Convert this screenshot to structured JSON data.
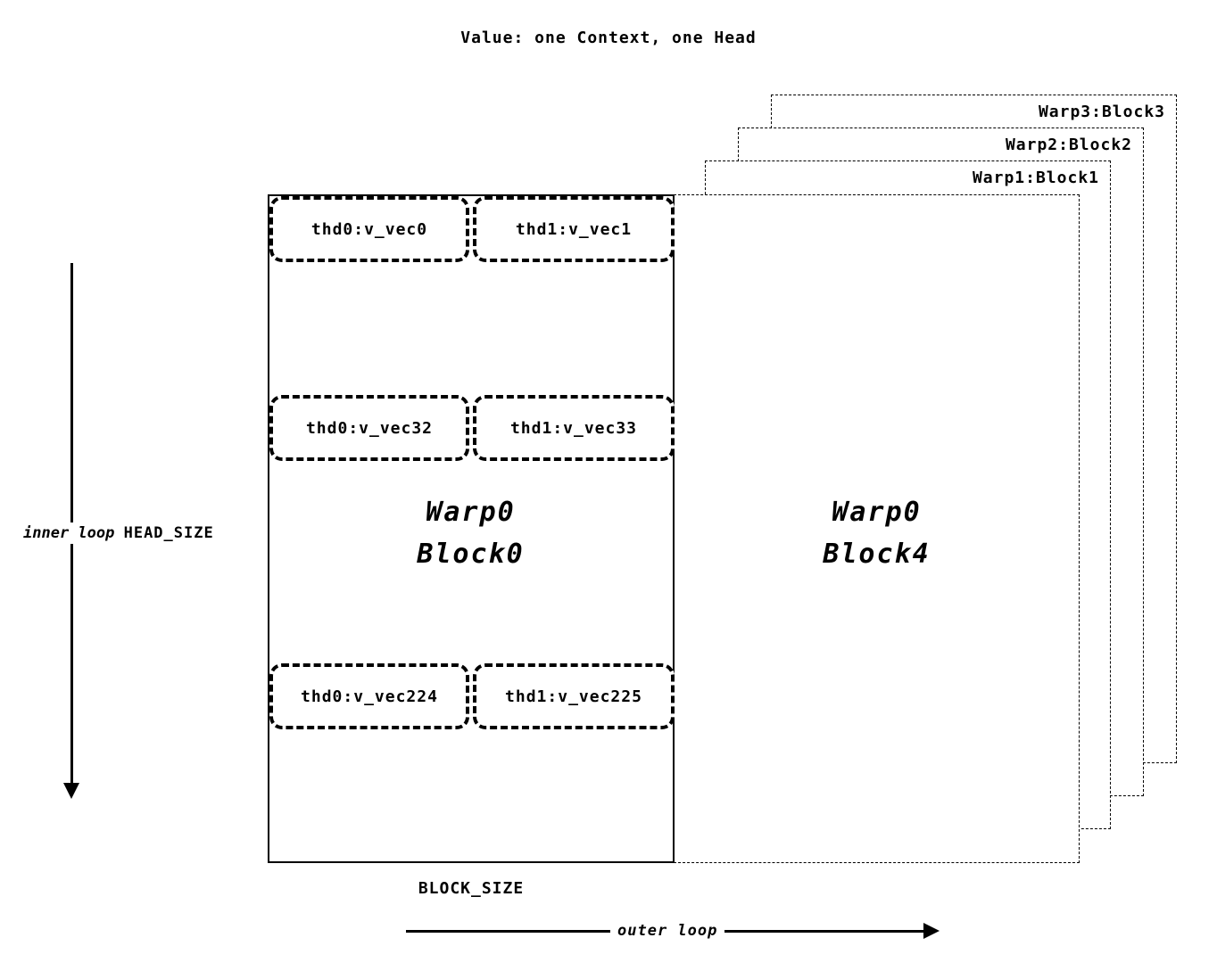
{
  "title": "Value: one Context, one Head",
  "stacked_blocks": [
    {
      "label": "Warp3:Block3"
    },
    {
      "label": "Warp2:Block2"
    },
    {
      "label": "Warp1:Block1"
    }
  ],
  "front_block": {
    "line1": "Warp0",
    "line2": "Block4"
  },
  "main_block": {
    "line1": "Warp0",
    "line2": "Block0",
    "thread_rows": [
      {
        "left": "thd0:v_vec0",
        "right": "thd1:v_vec1"
      },
      {
        "left": "thd0:v_vec32",
        "right": "thd1:v_vec33"
      },
      {
        "left": "thd0:v_vec224",
        "right": "thd1:v_vec225"
      }
    ]
  },
  "axes": {
    "inner_loop_label": "inner loop",
    "head_size_label": "HEAD_SIZE",
    "block_size_label": "BLOCK_SIZE",
    "outer_loop_label": "outer loop"
  },
  "colors": {
    "line": "#000000",
    "background": "#ffffff"
  }
}
